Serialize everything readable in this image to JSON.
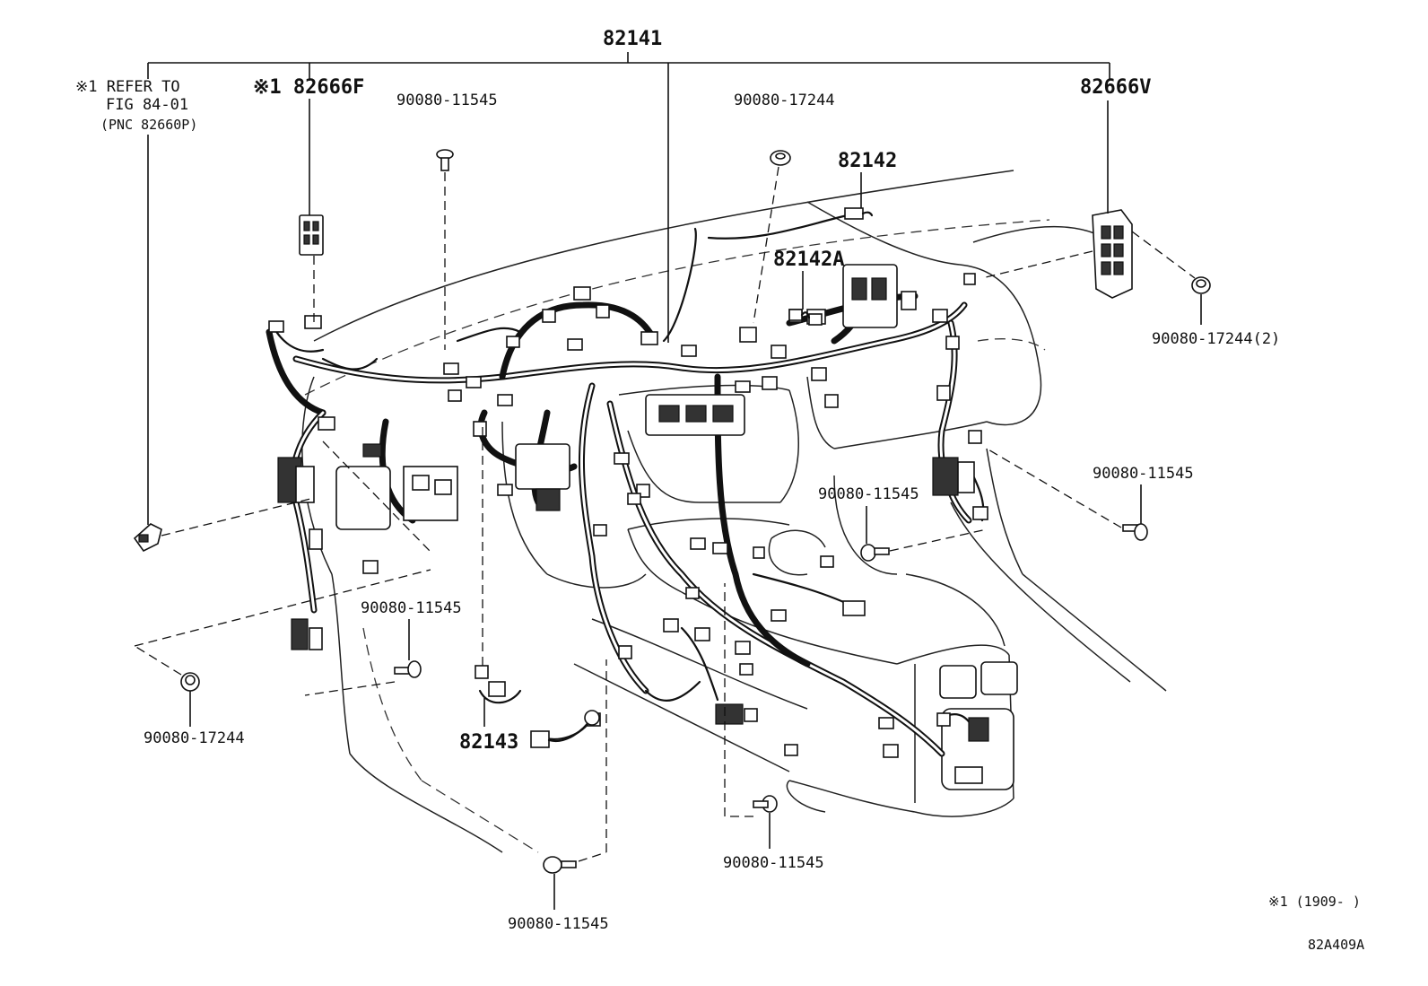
{
  "labels": {
    "harness_main": "82141",
    "note_refer_1": "※1 REFER TO",
    "note_refer_2": "FIG 84-01",
    "note_refer_3": "(PNC 82660P)",
    "part_82666F": "※1 82666F",
    "part_82666V": "82666V",
    "part_82142": "82142",
    "part_82142A": "82142A",
    "part_82143": "82143",
    "bolt_top": "90080-11545",
    "clip_top": "90080-17244",
    "clip_right": "90080-17244(2)",
    "bolt_right": "90080-11545",
    "bolt_center_right": "90080-11545",
    "bolt_left": "90080-11545",
    "clip_left": "90080-17244",
    "bolt_bottom_center": "90080-11545",
    "bolt_bottom": "90080-11545",
    "footnote": "※1 (1909-      )",
    "figure_code": "82A409A"
  }
}
